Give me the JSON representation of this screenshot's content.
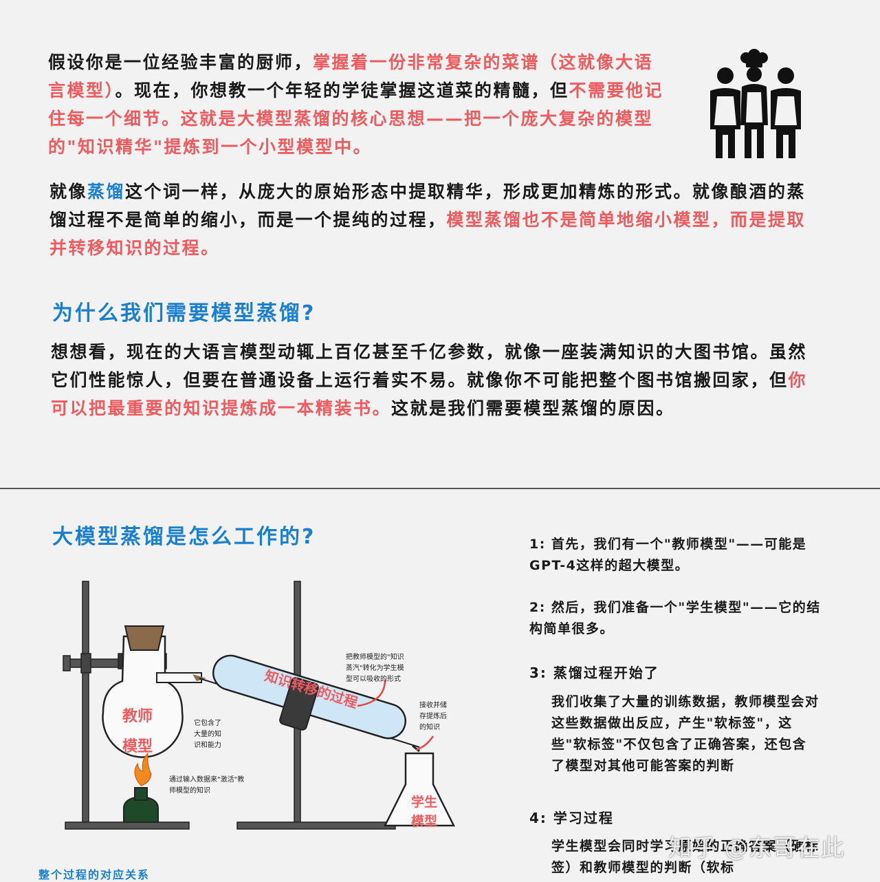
{
  "intro": {
    "p1": {
      "a": "假设你是一位经验丰富的厨师，",
      "b": "掌握着一份非常复杂的菜谱（这就像大语言模型）",
      "c": "。现在，你想教一个年轻的学徒掌握这道菜的精髓，但",
      "d": "不需要他记住每一个细节。这就是大模型蒸馏的核心思想——把一个庞大复杂的模型的\"知识精华\"提炼到一个小型模型中。"
    },
    "p2": {
      "a": "就像",
      "b": "蒸馏",
      "c": "这个词一样，从庞大的原始形态中提取精华，形成更加精炼的形式。就像酿酒的蒸馏过程不是简单的缩小，而是一个提纯的过程，",
      "d": "模型蒸馏也不是简单地缩小模型，而是提取并转移知识的过程。"
    }
  },
  "why": {
    "heading": "为什么我们需要模型蒸馏?",
    "p": {
      "a": "想想看，现在的大语言模型动辄上百亿甚至千亿参数，就像一座装满知识的大图书馆。虽然它们性能惊人，但要在普通设备上运行着实不易。就像你不可能把整个图书馆搬回家，但",
      "b": "你可以把最重要的知识提炼成一本精装书。",
      "c": "这就是我们需要模型蒸馏的原因。"
    }
  },
  "how": {
    "heading": "大模型蒸馏是怎么工作的?",
    "diagram": {
      "flask_label_1": "教师",
      "flask_label_2": "模型",
      "tube_label": "知识转移的过程",
      "beaker_label_1": "学生",
      "beaker_label_2": "模型",
      "anno_contains": [
        "它包含了",
        "大量的知",
        "识和能力"
      ],
      "anno_fire": [
        "通过输入数据来\"激活\"教",
        "师模型的知识"
      ],
      "anno_steam": [
        "把教师模型的\"知识",
        "蒸汽\"转化为学生模",
        "型可以吸收的形式"
      ],
      "anno_receive": [
        "接收并储",
        "存提炼后",
        "的知识"
      ]
    },
    "steps": {
      "s1": "1:  首先，我们有一个\"教师模型\"——可能是GPT-4这样的超大模型。",
      "s2": "2:  然后，我们准备一个\"学生模型\"——它的结构简单很多。",
      "s3_title": "3:  蒸馏过程开始了",
      "s3_body": "我们收集了大量的训练数据，教师模型会对这些数据做出反应，产生\"软标签\"，这些\"软标签\"不仅包含了正确答案，还包含了模型对其他可能答案的判断",
      "s4_title": "4:  学习过程",
      "s4_body": "学生模型会同时学习原始的正确答案（硬标签）和教师模型的判断（软标"
    },
    "bottom_cut": "整个过程的对应关系"
  },
  "watermark": "知乎 @东哥在此",
  "colors": {
    "red": "#ee5b5f",
    "blue": "#1b7fd0",
    "text": "#1a1a1a",
    "bg": "#f2f2f2"
  }
}
